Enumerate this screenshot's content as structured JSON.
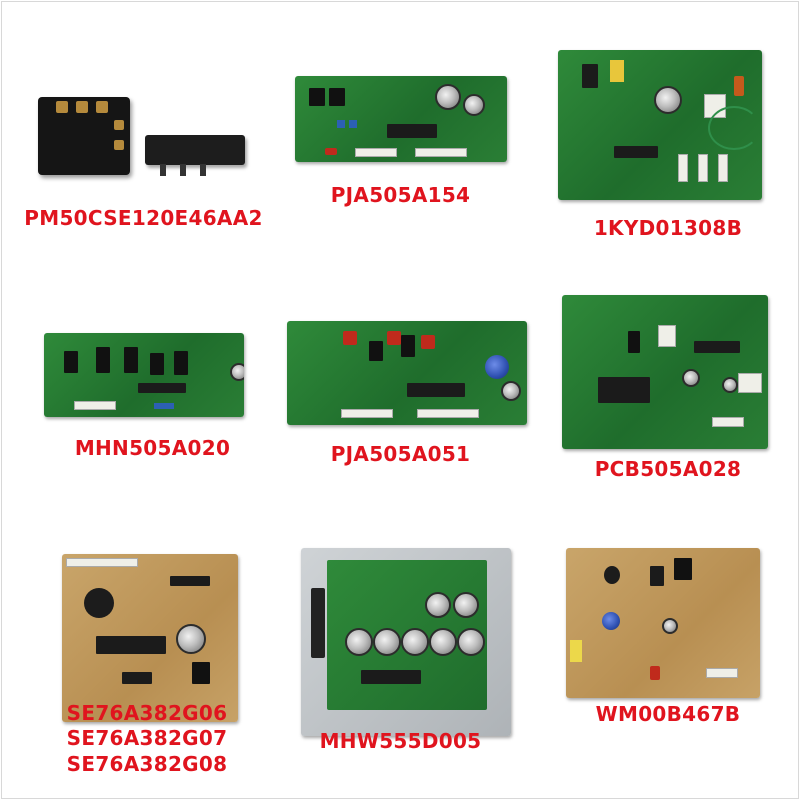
{
  "products": [
    {
      "model_lines": [
        "PM50CSE120E46AA2"
      ]
    },
    {
      "model_lines": [
        "PJA505A154"
      ]
    },
    {
      "model_lines": [
        "1KYD01308B"
      ]
    },
    {
      "model_lines": [
        "MHN505A020"
      ]
    },
    {
      "model_lines": [
        "PJA505A051"
      ]
    },
    {
      "model_lines": [
        "PCB505A028"
      ]
    },
    {
      "model_lines": [
        "SE76A382G06",
        "SE76A382G07",
        "SE76A382G08"
      ]
    },
    {
      "model_lines": [
        "MHW555D005"
      ]
    },
    {
      "model_lines": [
        "WM00B467B"
      ]
    }
  ],
  "colors": {
    "label": "#e0141e",
    "board_green": "#2a7e35",
    "board_tan": "#c7a267"
  }
}
